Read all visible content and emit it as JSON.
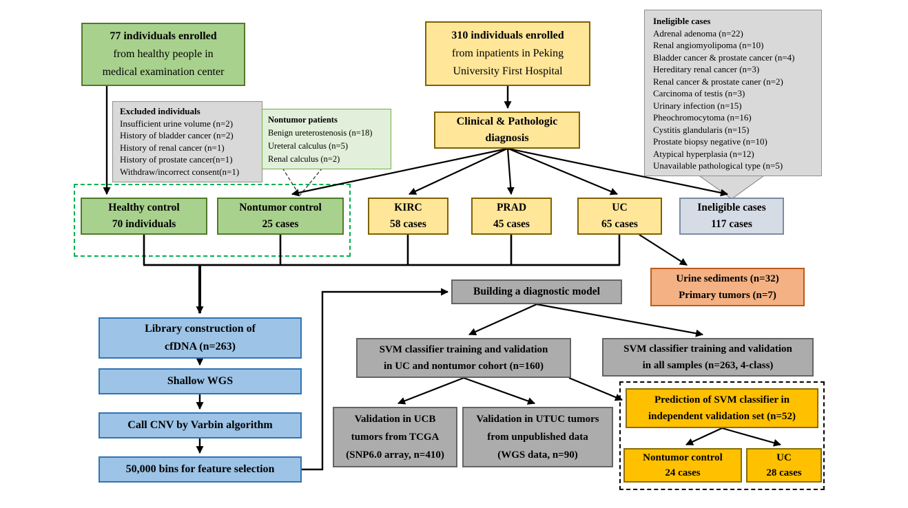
{
  "colors": {
    "green": "#A9D18E",
    "yellow": "#FFE699",
    "blue": "#9DC3E6",
    "gray_box": "#ACACAC",
    "gold": "#FFC000",
    "lavender": "#D6DCE5",
    "orange": "#F4B183",
    "gray_callout": "#D9D9D9",
    "light_green_callout": "#E2EFDA",
    "dashed_green": "#00B050",
    "arrow": "#000000"
  },
  "nodes": {
    "healthy_enrolled": {
      "lines": [
        "77 individuals enrolled",
        "from healthy people in",
        "medical examination center"
      ]
    },
    "hospital_enrolled": {
      "lines": [
        "310 individuals enrolled",
        "from inpatients in Peking",
        "University First Hospital"
      ]
    },
    "diagnosis": {
      "lines": [
        "Clinical & Pathologic",
        "diagnosis"
      ]
    },
    "healthy_control": {
      "lines": [
        "Healthy control",
        "70 individuals"
      ]
    },
    "nontumor_control": {
      "lines": [
        "Nontumor control",
        "25 cases"
      ]
    },
    "kirc": {
      "lines": [
        "KIRC",
        "58 cases"
      ]
    },
    "prad": {
      "lines": [
        "PRAD",
        "45 cases"
      ]
    },
    "uc": {
      "lines": [
        "UC",
        "65 cases"
      ]
    },
    "ineligible_cases_box": {
      "lines": [
        "Ineligible cases",
        "117 cases"
      ]
    },
    "urine": {
      "lines": [
        "Urine sediments (n=32)",
        "Primary tumors (n=7)"
      ]
    },
    "library": {
      "lines": [
        "Library construction of",
        "cfDNA (n=263)"
      ]
    },
    "shallow_wgs": {
      "lines": [
        "Shallow WGS"
      ]
    },
    "call_cnv": {
      "lines": [
        "Call CNV by Varbin algorithm"
      ]
    },
    "bins": {
      "lines": [
        "50,000 bins for feature selection"
      ]
    },
    "model": {
      "lines": [
        "Building a diagnostic model"
      ]
    },
    "svm_uc": {
      "lines": [
        "SVM classifier training and validation",
        "in UC and nontumor cohort (n=160)"
      ]
    },
    "svm_all": {
      "lines": [
        "SVM classifier training and validation",
        "in all samples (n=263, 4-class)"
      ]
    },
    "val_ucb": {
      "lines": [
        "Validation in UCB",
        "tumors from TCGA",
        "(SNP6.0 array, n=410)"
      ]
    },
    "val_utuc": {
      "lines": [
        "Validation in UTUC tumors",
        "from unpublished data",
        "(WGS data, n=90)"
      ]
    },
    "prediction": {
      "lines": [
        "Prediction of SVM classifier in",
        "independent validation set (n=52)"
      ]
    },
    "pred_nontumor": {
      "lines": [
        "Nontumor control",
        "24 cases"
      ]
    },
    "pred_uc": {
      "lines": [
        "UC",
        "28 cases"
      ]
    }
  },
  "callouts": {
    "excluded": {
      "title": "Excluded individuals",
      "items": [
        "Insufficient urine volume (n=2)",
        "History of bladder cancer (n=2)",
        "History of renal cancer (n=1)",
        "History of prostate cancer(n=1)",
        "Withdraw/incorrect consent(n=1)"
      ]
    },
    "nontumor_patients": {
      "title": "Nontumor patients",
      "items": [
        "Benign ureterostenosis (n=18)",
        "Ureteral calculus (n=5)",
        "Renal calculus (n=2)"
      ]
    },
    "ineligible": {
      "title": "Ineligible cases",
      "items": [
        "Adrenal adenoma (n=22)",
        "Renal angiomyolipoma (n=10)",
        "Bladder cancer & prostate cancer (n=4)",
        "Hereditary renal cancer (n=3)",
        "Renal cancer & prostate caner (n=2)",
        "Carcinoma of testis (n=3)",
        "Urinary infection (n=15)",
        "Pheochromocytoma (n=16)",
        "Cystitis glandularis (n=15)",
        "Prostate biopsy negative (n=10)",
        "Atypical hyperplasia (n=12)",
        "Unavailable pathological type (n=5)"
      ]
    }
  }
}
